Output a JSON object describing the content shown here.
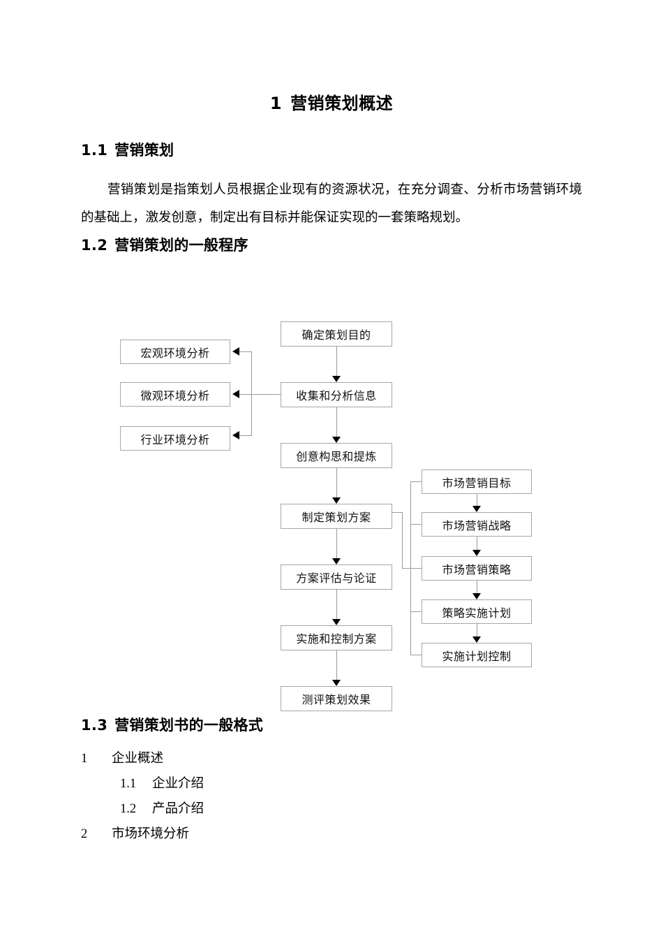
{
  "document": {
    "title": {
      "number": "1",
      "text": "营销策划概述"
    },
    "sections": [
      {
        "number": "1.1",
        "text": "营销策划"
      },
      {
        "number": "1.2",
        "text": "营销策划的一般程序"
      },
      {
        "number": "1.3",
        "text": "营销策划书的一般格式"
      }
    ],
    "paragraph": "营销策划是指策划人员根据企业现有的资源状况，在充分调查、分析市场营销环境的基础上，激发创意，制定出有目标并能保证实现的一套策略规划。",
    "outline": [
      {
        "number": "1",
        "text": "企业概述",
        "level": 1
      },
      {
        "number": "1.1",
        "text": "企业介绍",
        "level": 2
      },
      {
        "number": "1.2",
        "text": "产品介绍",
        "level": 2
      },
      {
        "number": "2",
        "text": "市场环境分析",
        "level": 1
      }
    ]
  },
  "flowchart": {
    "main_chain": [
      {
        "id": "purpose",
        "label": "确定策划目的"
      },
      {
        "id": "collect",
        "label": "收集和分析信息"
      },
      {
        "id": "ideate",
        "label": "创意构思和提炼"
      },
      {
        "id": "plan",
        "label": "制定策划方案"
      },
      {
        "id": "evaluate",
        "label": "方案评估与论证"
      },
      {
        "id": "implement",
        "label": "实施和控制方案"
      },
      {
        "id": "measure",
        "label": "测评策划效果"
      }
    ],
    "environment_branch": [
      {
        "id": "macro",
        "label": "宏观环境分析"
      },
      {
        "id": "micro",
        "label": "微观环境分析"
      },
      {
        "id": "industry",
        "label": "行业环境分析"
      }
    ],
    "plan_detail_chain": [
      {
        "id": "goal",
        "label": "市场营销目标"
      },
      {
        "id": "strategy",
        "label": "市场营销战略"
      },
      {
        "id": "tactics",
        "label": "市场营销策略"
      },
      {
        "id": "impl-plan",
        "label": "策略实施计划"
      },
      {
        "id": "impl-control",
        "label": "实施计划控制"
      }
    ],
    "colors": {
      "box_border": "#a6a6a6",
      "connector": "#9a9a9a",
      "arrow": "#000000",
      "text": "#111111"
    }
  }
}
